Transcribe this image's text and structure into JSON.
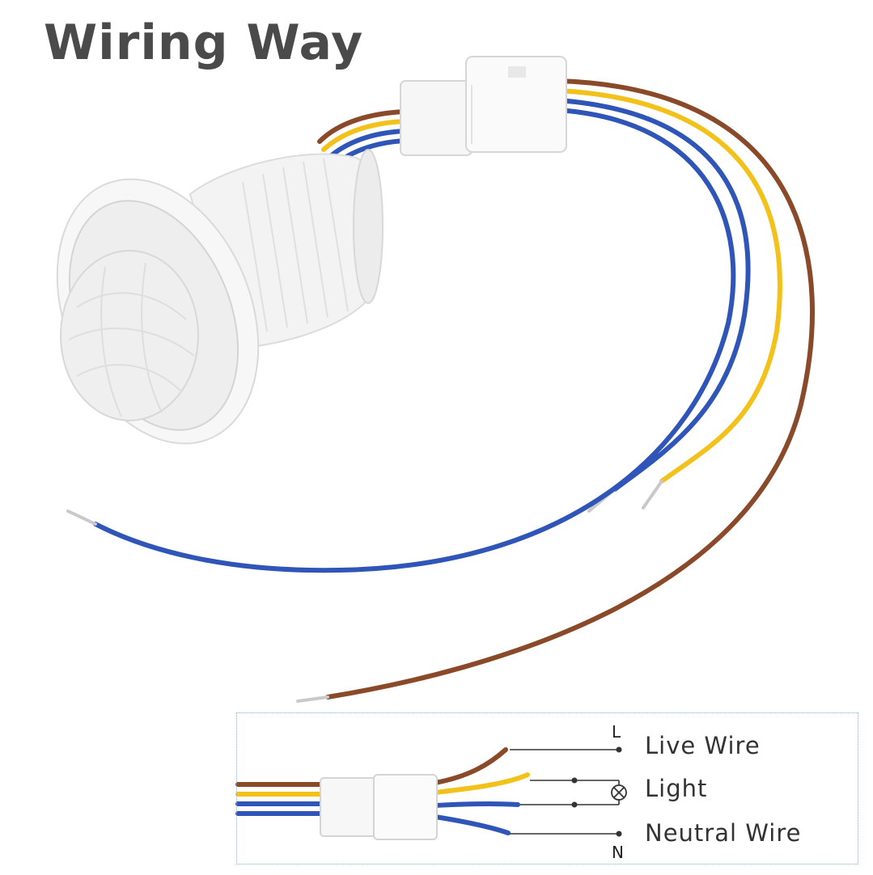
{
  "title": "Wiring Way",
  "colors": {
    "brown_wire": "#8a4a2a",
    "yellow_wire": "#f2c21a",
    "blue_wire": "#2f55b8",
    "housing": "#f4f4f4",
    "title_text": "#4a4a4a"
  },
  "diagram": {
    "terminal_live": "L",
    "terminal_neutral": "N",
    "live_label": "Live Wire",
    "light_label": "Light",
    "neutral_label": "Neutral Wire",
    "lamp_icon": "lamp-symbol-icon"
  }
}
